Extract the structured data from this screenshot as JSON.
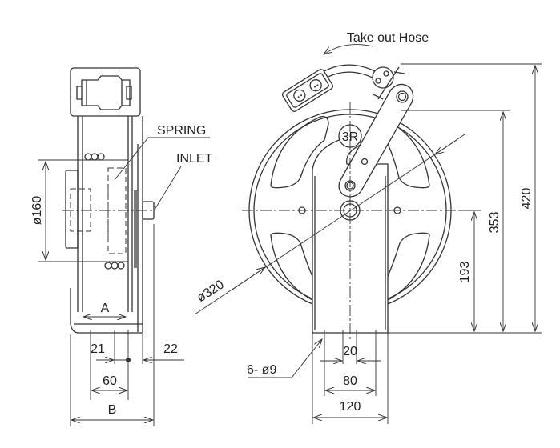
{
  "title": "Hose reel dimensional drawing",
  "side_view": {
    "labels": {
      "spring": "SPRING",
      "inlet": "INLET"
    },
    "dimensions": {
      "hub_diameter": "ø160",
      "a": "A",
      "b": "B",
      "d21": "21",
      "d22": "22",
      "d60": "60"
    }
  },
  "front_view": {
    "labels": {
      "take_out": "Take out Hose",
      "guide": "3R"
    },
    "dimensions": {
      "reel_diameter": "ø320",
      "holes": "6- ø9",
      "d20": "20",
      "d80": "80",
      "d120": "120",
      "h193": "193",
      "h353": "353",
      "h420": "420"
    }
  }
}
